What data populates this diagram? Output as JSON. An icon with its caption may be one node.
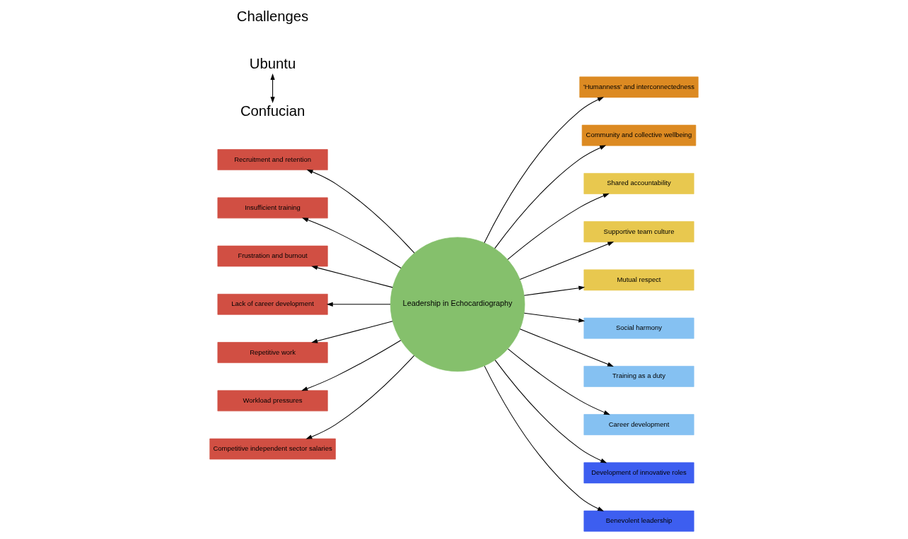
{
  "diagram": {
    "nodes": [
      {
        "text": [
          "Leadership in Echocardiography"
        ]
      },
      {
        "text": [
          "Recruitment and retention"
        ]
      },
      {
        "text": [
          "Insufficient training"
        ]
      },
      {
        "text": [
          "Frustration and burnout"
        ]
      },
      {
        "text": [
          "Lack of career development"
        ]
      },
      {
        "text": [
          "Repetitive work"
        ]
      },
      {
        "text": [
          "Workload pressures"
        ]
      },
      {
        "text": [
          "Competitive independent sector salaries"
        ]
      },
      {
        "text": [
          "'Humanness' and interconnectedness"
        ]
      },
      {
        "text": [
          "Community and collective wellbeing"
        ]
      },
      {
        "text": [
          "Shared accountability"
        ]
      },
      {
        "text": [
          "Supportive team culture"
        ]
      },
      {
        "text": [
          "Mutual respect"
        ]
      },
      {
        "text": [
          "Social harmony"
        ]
      },
      {
        "text": [
          "Training as a duty"
        ]
      },
      {
        "text": [
          "Career development"
        ]
      },
      {
        "text": [
          "Development of innovative roles"
        ]
      },
      {
        "text": [
          "Benevolent leadership"
        ]
      },
      {
        "text": [
          "Ubuntu"
        ]
      },
      {
        "text": [
          "Confucian"
        ]
      }
    ],
    "edges": [
      {
        "from": 0,
        "to": 1,
        "arrow": "to"
      },
      {
        "from": 0,
        "to": 2,
        "arrow": "to"
      },
      {
        "from": 0,
        "to": 3,
        "arrow": "to"
      },
      {
        "from": 0,
        "to": 4,
        "arrow": "to"
      },
      {
        "from": 0,
        "to": 5,
        "arrow": "to"
      },
      {
        "from": 0,
        "to": 6,
        "arrow": "to"
      },
      {
        "from": 0,
        "to": 7,
        "arrow": "to"
      },
      {
        "from": 0,
        "to": 8,
        "arrow": "to"
      },
      {
        "from": 0,
        "to": 9,
        "arrow": "to"
      },
      {
        "from": 0,
        "to": 10,
        "arrow": "to"
      },
      {
        "from": 0,
        "to": 11,
        "arrow": "to"
      },
      {
        "from": 0,
        "to": 12,
        "arrow": "to"
      },
      {
        "from": 0,
        "to": 13,
        "arrow": "to"
      },
      {
        "from": 0,
        "to": 14,
        "arrow": "to"
      },
      {
        "from": 0,
        "to": 15,
        "arrow": "to"
      },
      {
        "from": 0,
        "to": 16,
        "arrow": "to"
      },
      {
        "from": 0,
        "to": 17,
        "arrow": "to"
      },
      {
        "from": 18,
        "to": 19,
        "arrow": "both"
      }
    ],
    "labels": [
      "Challenges"
    ]
  }
}
